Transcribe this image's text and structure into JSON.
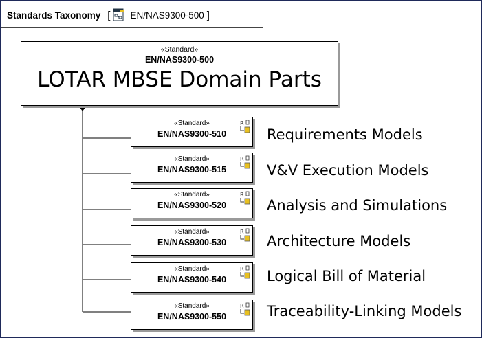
{
  "diagram": {
    "tab_name": "Standards Taxonomy",
    "tab_bracket_open": "[",
    "tab_bracket_close": "]",
    "tab_ref": "EN/NAS9300-500"
  },
  "root": {
    "stereotype": "«Standard»",
    "code": "EN/NAS9300-500",
    "title": "LOTAR MBSE Domain Parts"
  },
  "parts": [
    {
      "stereotype": "«Standard»",
      "code": "EN/NAS9300-510",
      "label": "Requirements Models"
    },
    {
      "stereotype": "«Standard»",
      "code": "EN/NAS9300-515",
      "label": "V&V Execution Models"
    },
    {
      "stereotype": "«Standard»",
      "code": "EN/NAS9300-520",
      "label": "Analysis and Simulations"
    },
    {
      "stereotype": "«Standard»",
      "code": "EN/NAS9300-530",
      "label": "Architecture Models"
    },
    {
      "stereotype": "«Standard»",
      "code": "EN/NAS9300-540",
      "label": "Logical Bill of Material"
    },
    {
      "stereotype": "«Standard»",
      "code": "EN/NAS9300-550",
      "label": "Traceability-Linking Models"
    }
  ],
  "colors": {
    "frame": "#1f2a5a",
    "shadow": "#9a9a9a",
    "icon_accent": "#c8a000"
  },
  "icons": {
    "diagram_ref": "package-diagram-icon",
    "requirement": "requirement-icon"
  }
}
